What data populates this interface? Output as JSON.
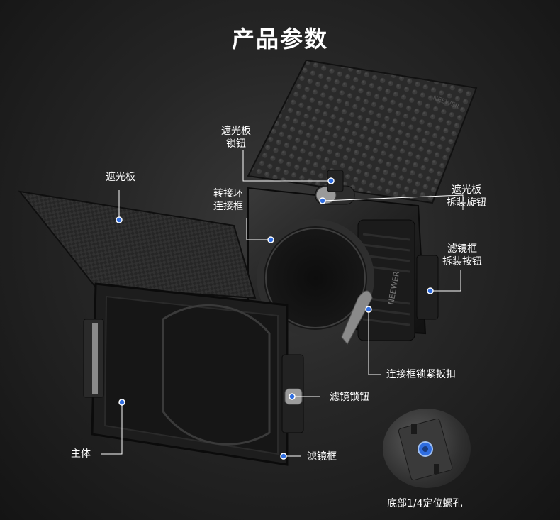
{
  "page_title": "产品参数",
  "labels": {
    "hood_lock_knob": [
      "遮光板",
      "锁钮"
    ],
    "flag": "遮光板",
    "adapter_ring_frame": [
      "转接环",
      "连接框"
    ],
    "hood_release_knob": [
      "遮光板",
      "拆装旋钮"
    ],
    "filter_frame_release_button": [
      "滤镜框",
      "拆装按钮"
    ],
    "frame_lock_clamp": "连接框锁紧扳扣",
    "filter_lock_knob": "滤镜锁钮",
    "main_body": "主体",
    "filter_frame": "滤镜框",
    "bottom_thread": "底部1/4定位螺孔"
  },
  "brand_mark": "NEEWER",
  "colors": {
    "accent_dot": "#2f6de0",
    "leader_line": "#ffffff",
    "product_dark": "#1e1e1e"
  }
}
